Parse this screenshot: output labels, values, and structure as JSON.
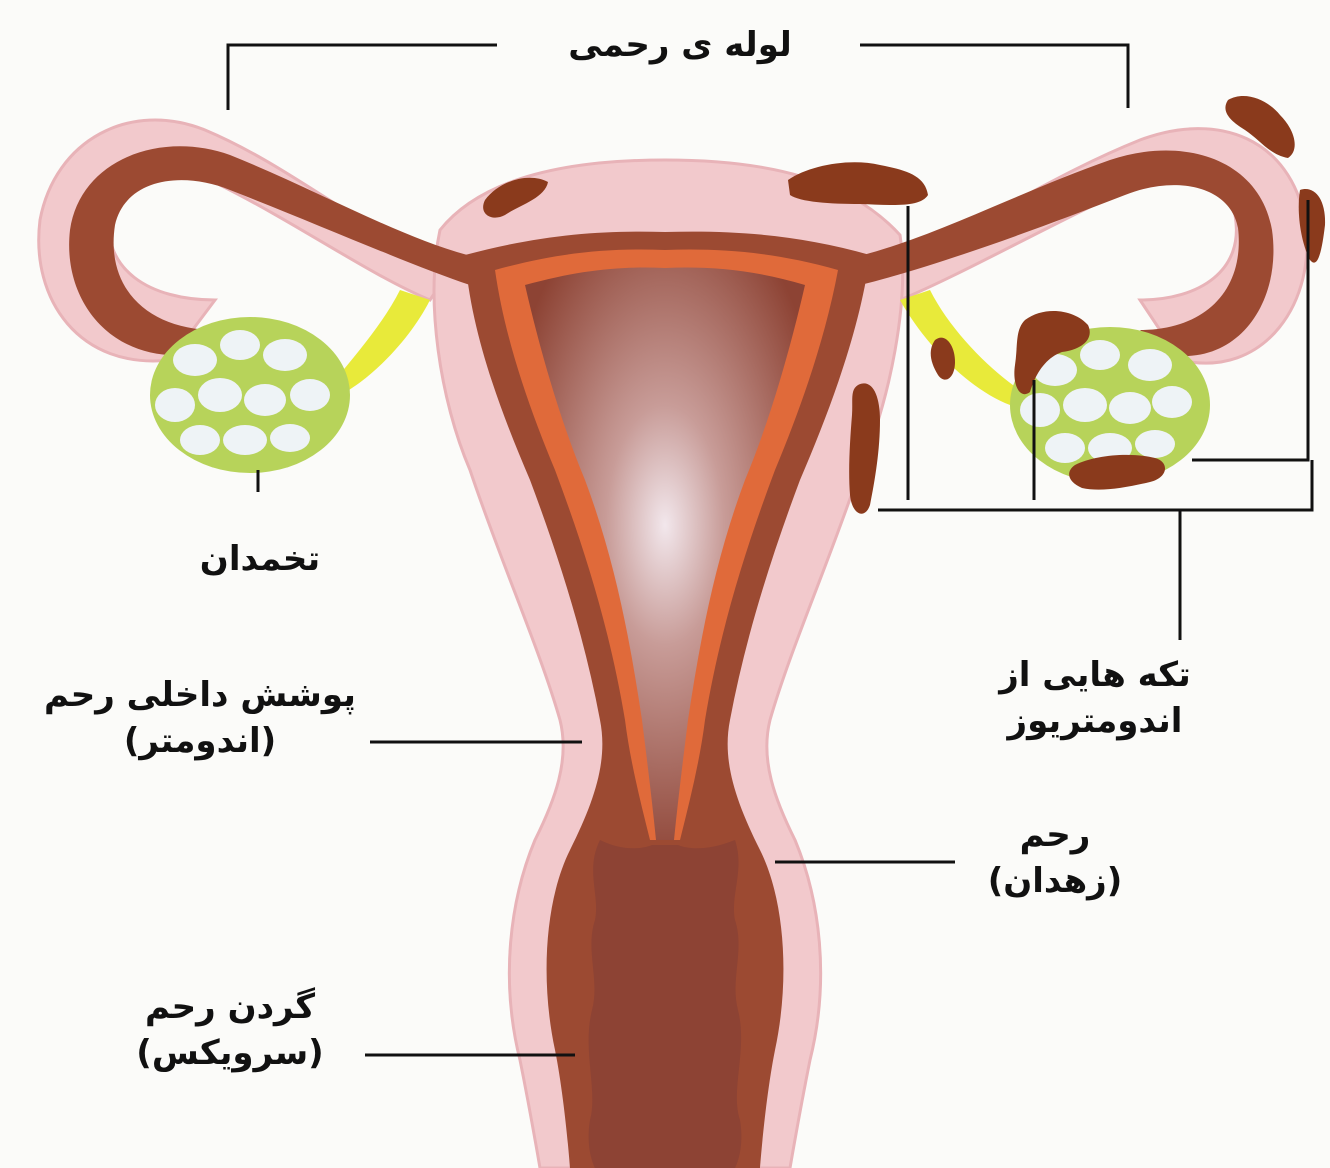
{
  "diagram": {
    "labels": {
      "fallopian_tube": "لوله ی رحمی",
      "ovary": "تخمدان",
      "endometrium_line1": "پوشش داخلی رحم",
      "endometrium_line2": "(اندومتر)",
      "endometriosis_line1": "تکه هایی از",
      "endometriosis_line2": "اندومتریوز",
      "uterus_line1": "رحم",
      "uterus_line2": "(زهدان)",
      "cervix_line1": "گردن رحم",
      "cervix_line2": "(سرویکس)"
    },
    "colors": {
      "background": "#fbfbf9",
      "outer_tissue": "#f2c9cc",
      "outer_edge": "#e8b3b8",
      "muscle": "#9c4a32",
      "endometrium_orange": "#e06a3a",
      "cavity": "#8d4334",
      "ovary_green": "#b7d35a",
      "ovary_follicle": "#eef3f6",
      "ligament_yellow": "#e8ea3a",
      "endometriosis_patch": "#8a3a1c",
      "leader_line": "#111111"
    }
  }
}
